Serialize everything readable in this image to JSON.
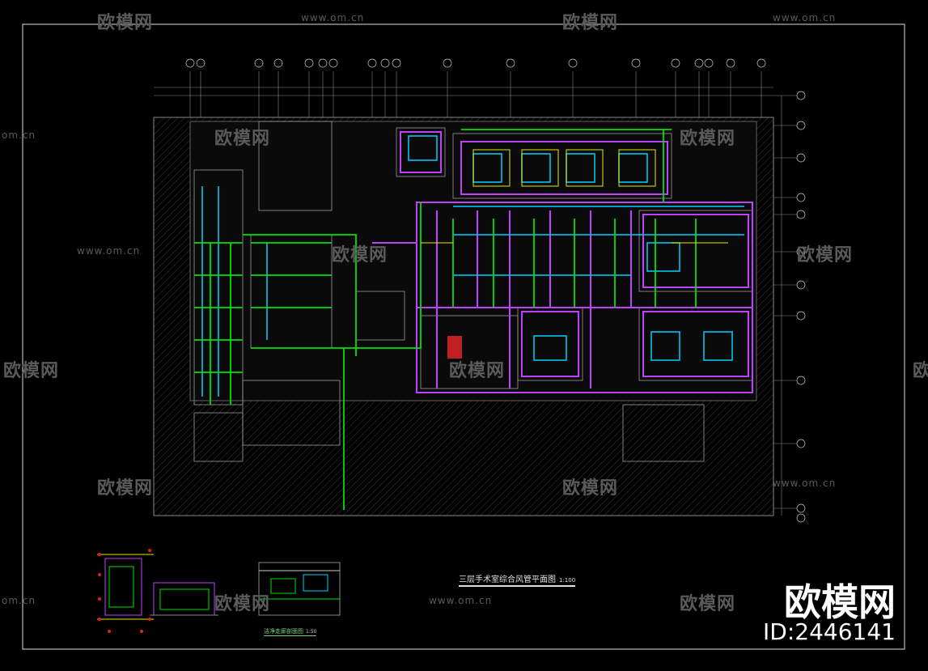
{
  "drawing": {
    "title": "三层手术室综合风管平面图",
    "scale": "1:100",
    "subtitle": "洁净走廊剖面图",
    "subscale": "1:50"
  },
  "watermarks": {
    "brand": "欧模网",
    "url": "www.om.cn",
    "url_short": "om.cn",
    "id": "ID:2446141"
  },
  "colors": {
    "background": "#000000",
    "frame": "#ffffff",
    "magenta_duct": "#c040ff",
    "green_duct": "#00e000",
    "cyan_duct": "#00d0ff",
    "yellow": "#e8e800",
    "grid": "#808080"
  }
}
